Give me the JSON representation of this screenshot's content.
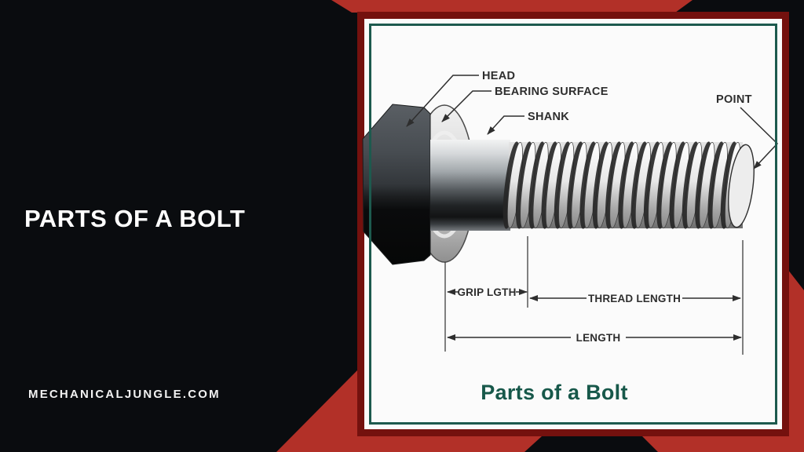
{
  "branding": {
    "title": "PARTS OF A BOLT",
    "website": "MECHANICALJUNGLE.COM"
  },
  "diagram": {
    "caption": "Parts of a Bolt",
    "part_labels": {
      "head": "HEAD",
      "bearing_surface": "BEARING SURFACE",
      "shank": "SHANK",
      "point": "POINT"
    },
    "dimension_labels": {
      "grip": "GRIP LGTH",
      "thread": "THREAD LENGTH",
      "length": "LENGTH"
    }
  },
  "colors": {
    "accent_red": "#b23028",
    "frame_maroon": "#74110e",
    "frame_green": "#1d5a4e",
    "caption_green": "#17584a",
    "background": "#0a0c0f",
    "panel": "#fbfbfb",
    "ink": "#2e2e2e"
  }
}
